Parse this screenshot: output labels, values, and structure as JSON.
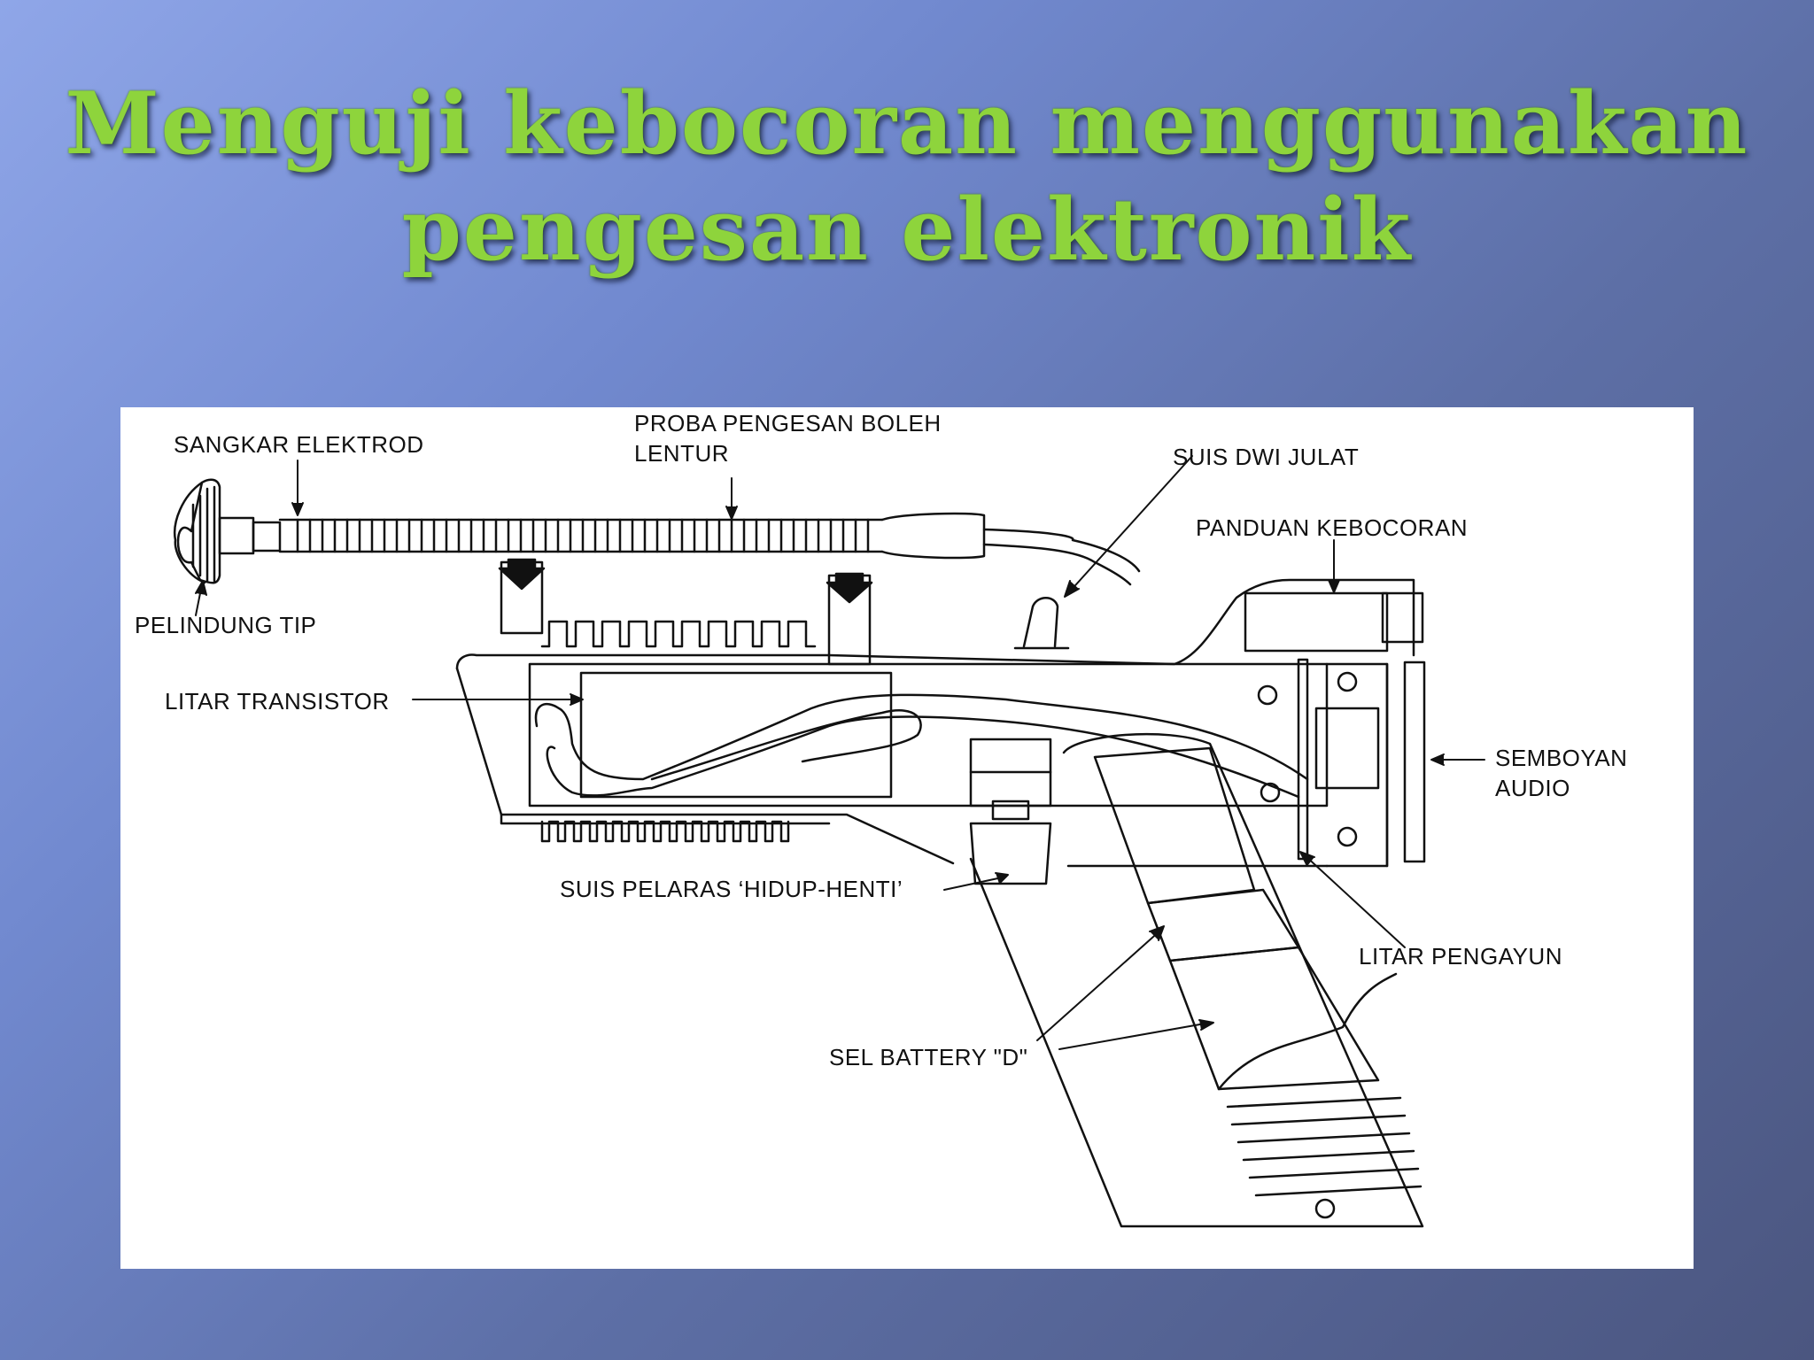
{
  "slide": {
    "title_line1": "Menguji kebocoran menggunakan",
    "title_line2": "pengesan elektronik"
  },
  "diagram": {
    "labels": {
      "sangkar_elektrod": "SANGKAR ELEKTROD",
      "proba_line1": "PROBA PENGESAN BOLEH",
      "proba_line2": "LENTUR",
      "suis_dwi_julat": "SUIS DWI JULAT",
      "panduan_kebocoran": "PANDUAN KEBOCORAN",
      "pelindung_tip": "PELINDUNG TIP",
      "litar_transistor": "LITAR TRANSISTOR",
      "semboyan_line1": "SEMBOYAN",
      "semboyan_line2": "AUDIO",
      "suis_pelaras": "SUIS PELARAS ‘HIDUP-HENTI’",
      "litar_pengayun": "LITAR PENGAYUN",
      "sel_battery": "SEL BATTERY \"D\""
    },
    "colors": {
      "line": "#111111",
      "panel": "#ffffff",
      "title": "#8ed43c"
    }
  }
}
